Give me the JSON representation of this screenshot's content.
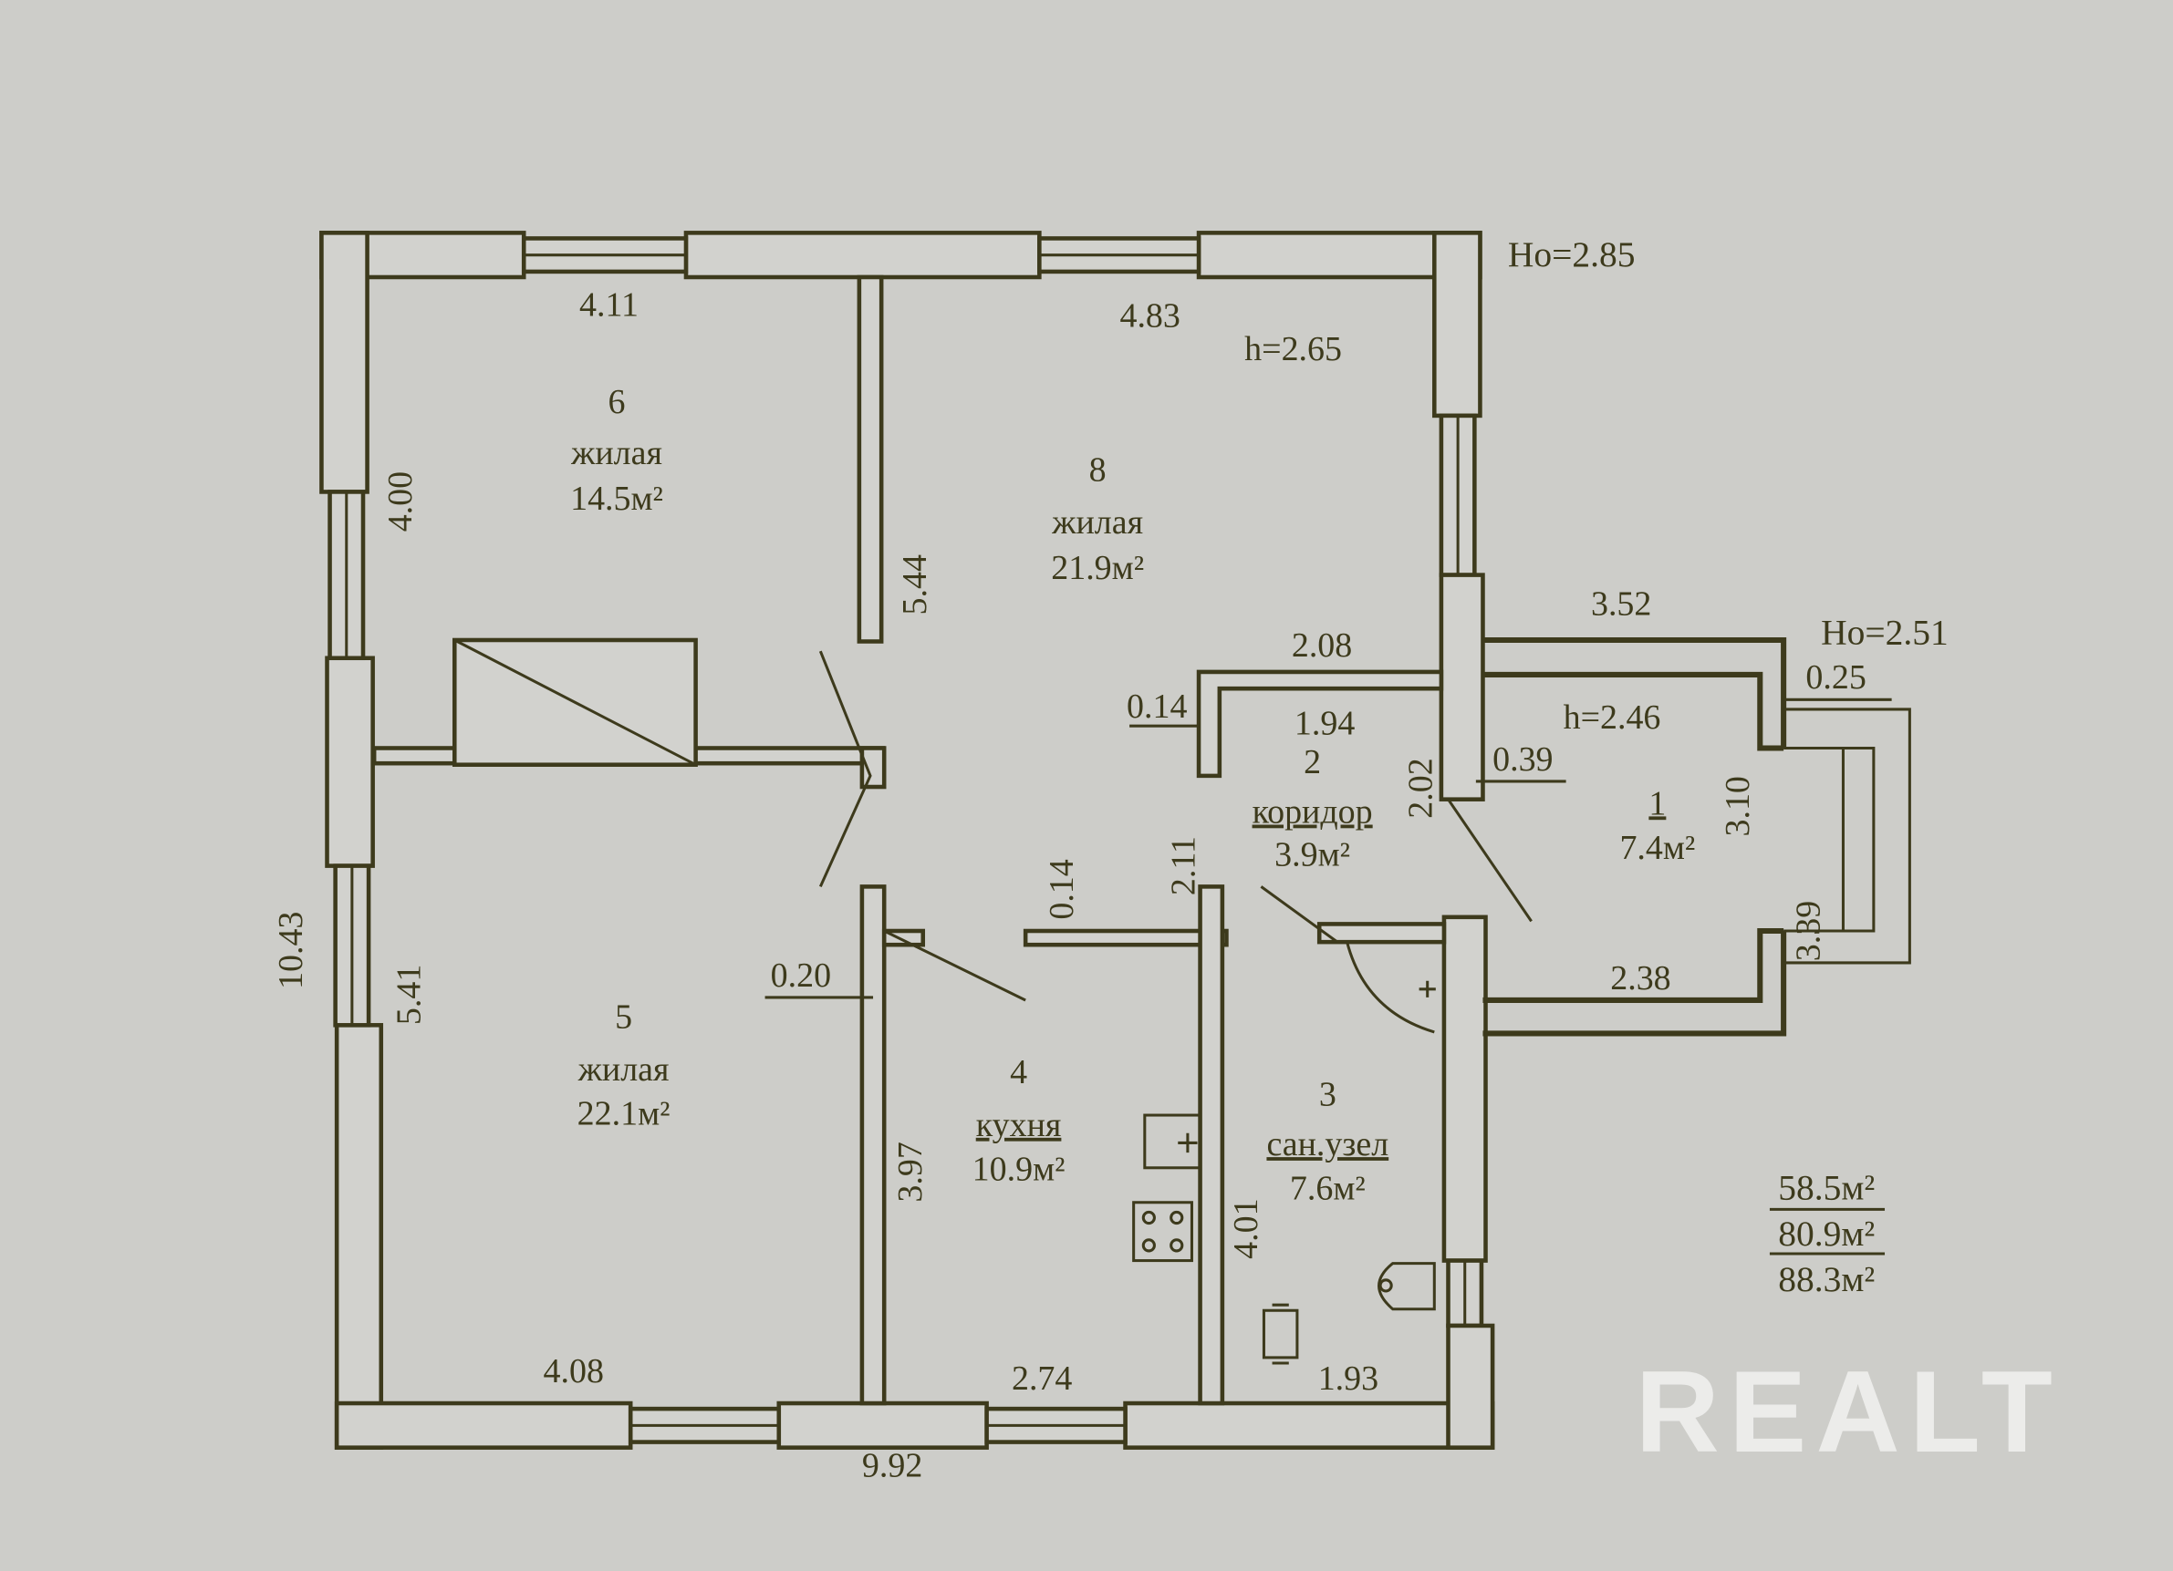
{
  "heights": {
    "main": "Ho=2.85",
    "room_main": "h=2.65",
    "annex": "Ho=2.51",
    "room_annex": "h=2.46"
  },
  "rooms": [
    {
      "num": "1",
      "name": "",
      "area": "7.4м²"
    },
    {
      "num": "2",
      "name": "коридор",
      "area": "3.9м²"
    },
    {
      "num": "3",
      "name": "сан.узел",
      "area": "7.6м²"
    },
    {
      "num": "4",
      "name": "кухня",
      "area": "10.9м²"
    },
    {
      "num": "5",
      "name": "жилая",
      "area": "22.1м²"
    },
    {
      "num": "6",
      "name": "жилая",
      "area": "14.5м²"
    },
    {
      "num": "8",
      "name": "жилая",
      "area": "21.9м²"
    }
  ],
  "dims": {
    "d411": "4.11",
    "d483": "4.83",
    "d400": "4.00",
    "d544": "5.44",
    "d1043": "10.43",
    "d541": "5.41",
    "d020": "0.20",
    "d397": "3.97",
    "d408": "4.08",
    "d274": "2.74",
    "d992": "9.92",
    "d014a": "0.14",
    "d014b": "0.14",
    "d211": "2.11",
    "d401": "4.01",
    "d193": "1.93",
    "d208": "2.08",
    "d194": "1.94",
    "d202": "2.02",
    "d039": "0.39",
    "d352": "3.52",
    "d025": "0.25",
    "d310": "3.10",
    "d339": "3.39",
    "d238": "2.38"
  },
  "totals": {
    "living": "58.5м²",
    "total": "80.9м²",
    "gross": "88.3м²"
  },
  "watermark": "REALT"
}
